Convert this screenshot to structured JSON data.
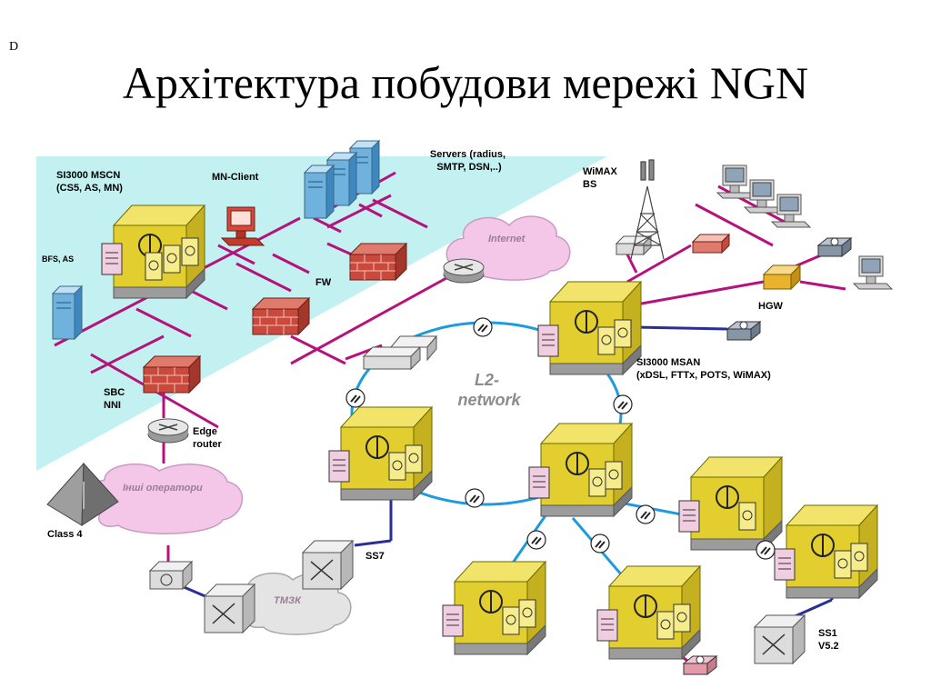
{
  "corner_mark": "D",
  "title": "Архітектура побудови мережі NGN",
  "labels": {
    "mscn": [
      "SI3000 MSCN",
      "(CS5, AS, MN)"
    ],
    "mn_client": "MN-Client",
    "servers": [
      "Servers (radius,",
      "SMTP, DSN,..)"
    ],
    "wimax": [
      "WiMAX",
      "BS"
    ],
    "internet": "Internet",
    "bfs": "BFS, AS",
    "fw": "FW",
    "hgw": "HGW",
    "msan": [
      "SI3000 MSAN",
      "(xDSL, FTTx, POTS, WiMAX)"
    ],
    "l2": [
      "L2-",
      "network"
    ],
    "sbc": [
      "SBC",
      "NNI"
    ],
    "edge": [
      "Edge",
      "router"
    ],
    "other_ops": "Інші оператори",
    "class4": "Class 4",
    "ss7": "SS7",
    "tmzk": "ТМЗК",
    "ss1": [
      "SS1",
      "V5.2"
    ]
  },
  "colors": {
    "zone": "#c3f0f0",
    "node_yellow": "#e7d43a",
    "line_magenta": "#b5127c",
    "ring_blue": "#1e9be0",
    "link_navy": "#2a2f96",
    "cloud_pink": "#f4c6e8",
    "cloud_gray": "#e4e4e4",
    "firewall": "#c94a3c"
  }
}
